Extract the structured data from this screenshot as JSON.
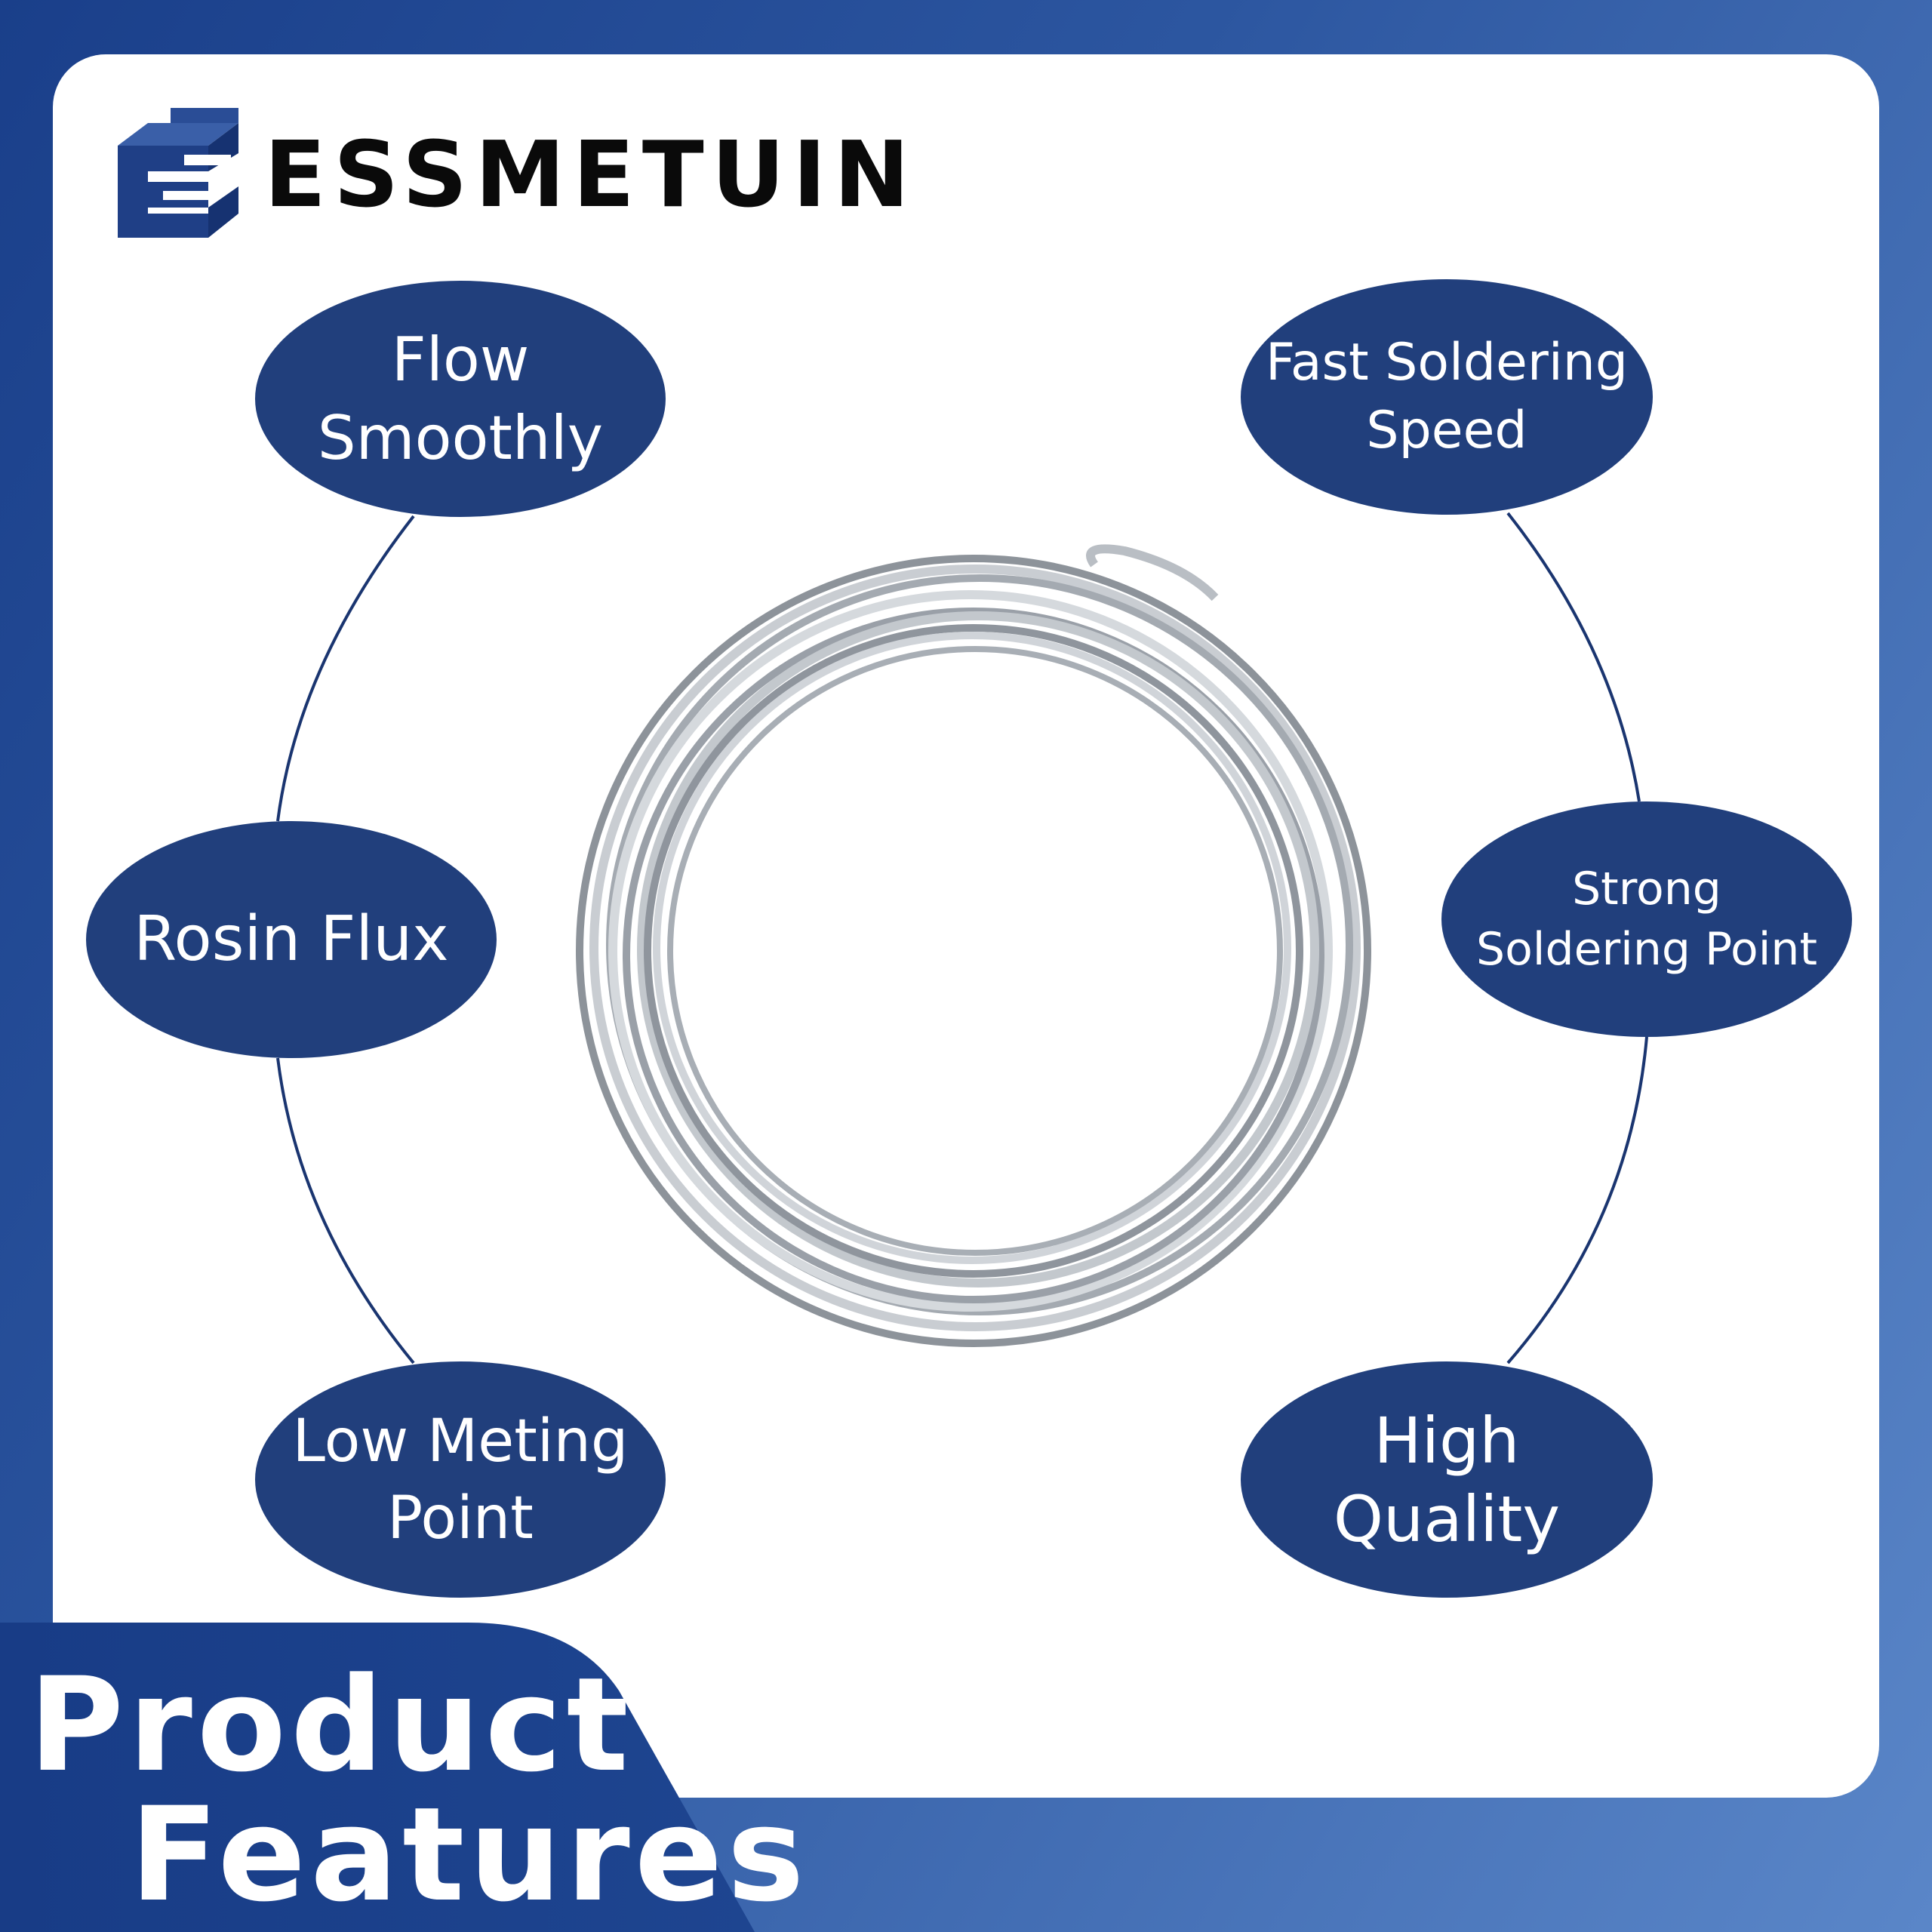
{
  "brand": {
    "name": "ESSMETUIN",
    "logo_icon": "es-cube-logo-icon",
    "colors": {
      "primary": "#213f7c",
      "background_gradient_start": "#1a3f8a",
      "background_gradient_end": "#5a86c8"
    }
  },
  "features": {
    "flow": [
      "Flow",
      "Smoothly"
    ],
    "fast": [
      "Fast Soldering",
      "Speed"
    ],
    "rosin": [
      "Rosin Flux"
    ],
    "strong": [
      "Strong",
      "Soldering Point"
    ],
    "low": [
      "Low Meting",
      "Point"
    ],
    "high": [
      "High",
      "Quality"
    ]
  },
  "product_image": "solder-wire-coil",
  "banner": {
    "line1": "Product",
    "line2": "Features"
  }
}
